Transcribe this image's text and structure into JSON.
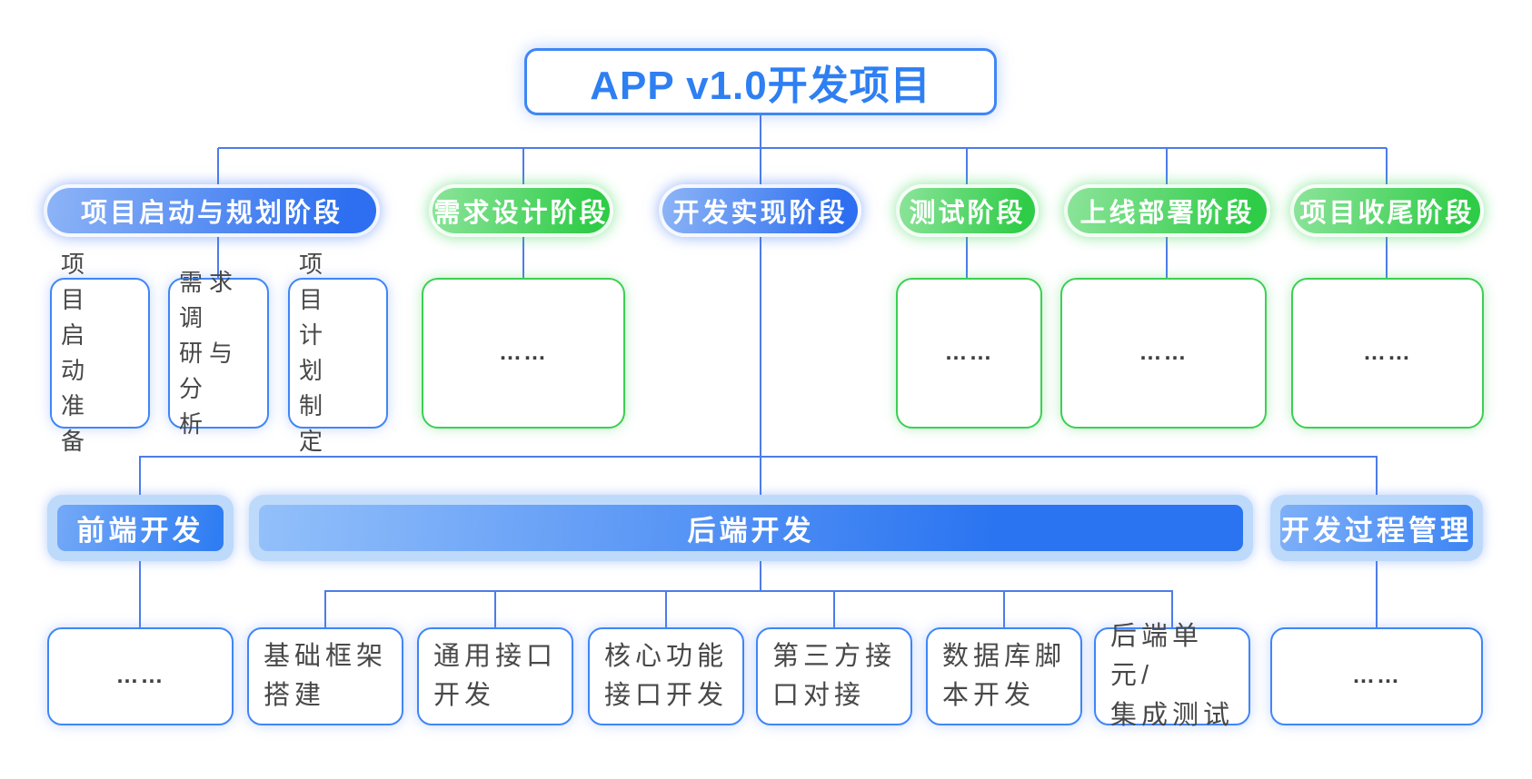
{
  "title": {
    "label": "APP v1.0开发项目"
  },
  "colors": {
    "accent_blue": "#2e7ff2",
    "accent_green": "#3bd052",
    "connector": "#4d7ce9",
    "card_text": "#484848",
    "bar_track": "#bedafb"
  },
  "ellipsis": "……",
  "phases": [
    {
      "label": "项目启动与规划阶段",
      "variant": "blue",
      "children": [
        "项目\n启动\n准备",
        "需求调\n研与分\n析",
        "项目\n计划\n制定"
      ]
    },
    {
      "label": "需求设计阶段",
      "variant": "green",
      "children": [
        "……"
      ]
    },
    {
      "label": "开发实现阶段",
      "variant": "blue",
      "children": []
    },
    {
      "label": "测试阶段",
      "variant": "green",
      "children": [
        "……"
      ]
    },
    {
      "label": "上线部署阶段",
      "variant": "green",
      "children": [
        "……"
      ]
    },
    {
      "label": "项目收尾阶段",
      "variant": "green",
      "children": [
        "……"
      ]
    }
  ],
  "dev_groups": [
    {
      "label": "前端开发",
      "children": [
        "……"
      ]
    },
    {
      "label": "后端开发",
      "children": [
        "基础框架\n搭建",
        "通用接口\n开发",
        "核心功能\n接口开发",
        "第三方接\n口对接",
        "数据库脚\n本开发",
        "后端单元/\n集成测试"
      ]
    },
    {
      "label": "开发过程管理",
      "children": [
        "……"
      ]
    }
  ]
}
